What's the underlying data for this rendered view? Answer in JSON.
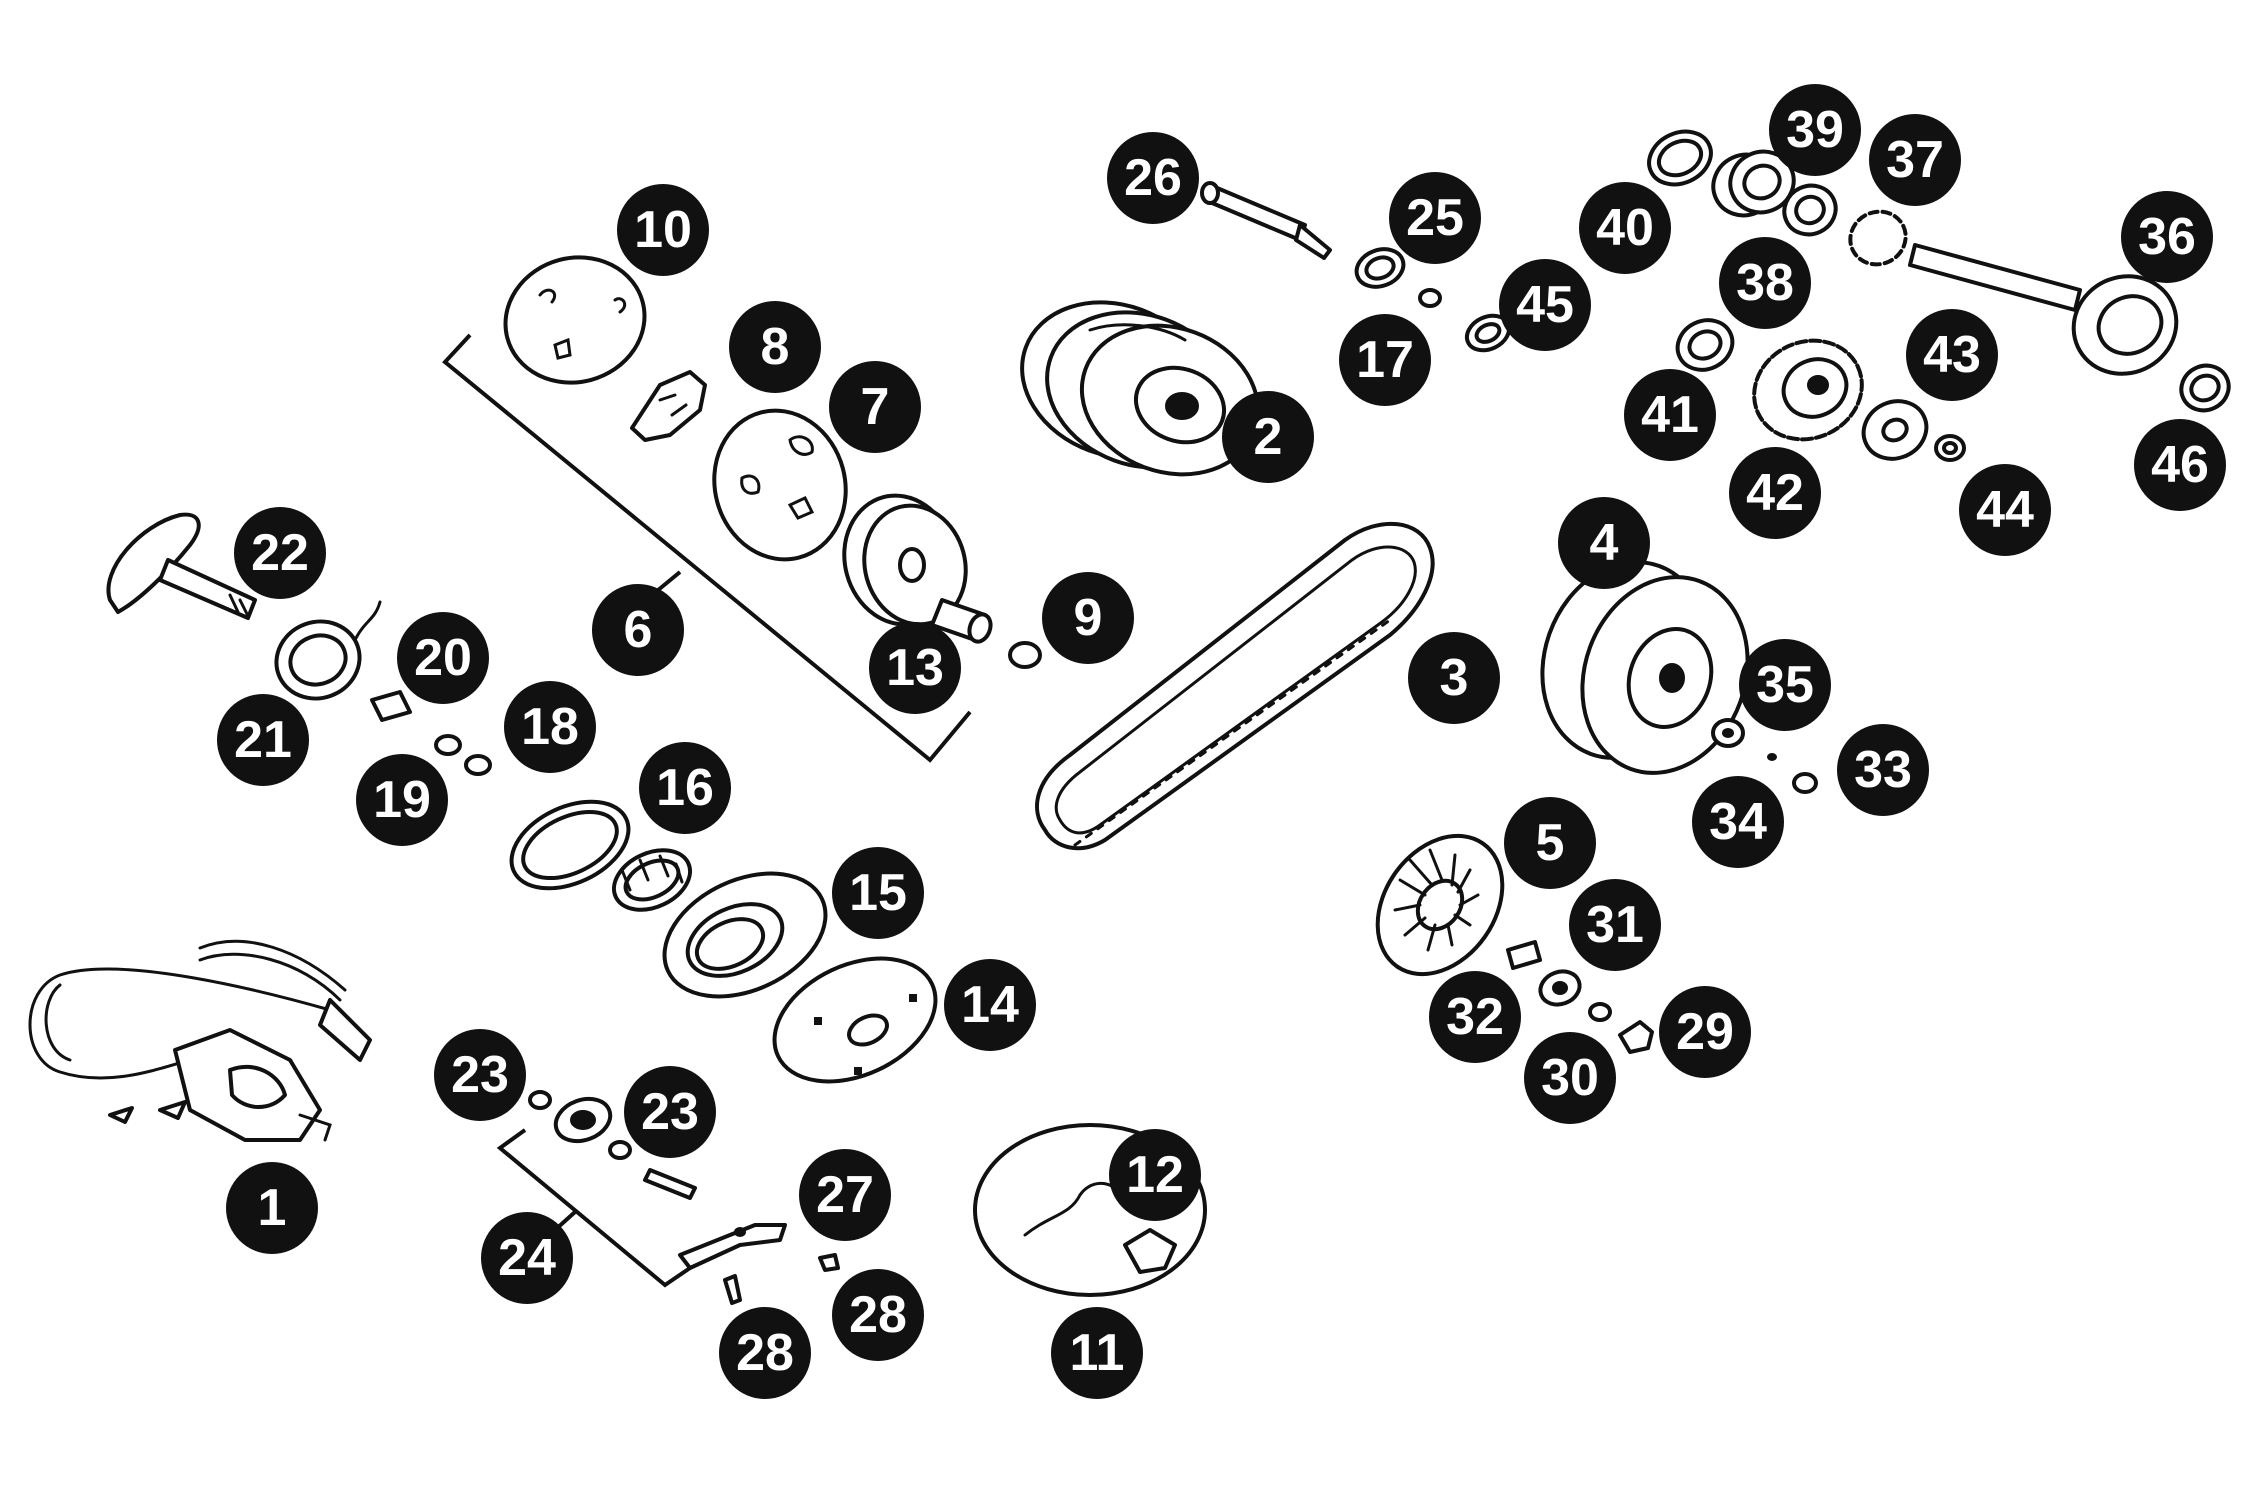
{
  "diagram": {
    "callouts": [
      {
        "id": "c1",
        "label": "1"
      },
      {
        "id": "c2",
        "label": "2"
      },
      {
        "id": "c3",
        "label": "3"
      },
      {
        "id": "c4",
        "label": "4"
      },
      {
        "id": "c5",
        "label": "5"
      },
      {
        "id": "c6",
        "label": "6"
      },
      {
        "id": "c7",
        "label": "7"
      },
      {
        "id": "c8",
        "label": "8"
      },
      {
        "id": "c9",
        "label": "9"
      },
      {
        "id": "c10",
        "label": "10"
      },
      {
        "id": "c11",
        "label": "11"
      },
      {
        "id": "c12",
        "label": "12"
      },
      {
        "id": "c13",
        "label": "13"
      },
      {
        "id": "c14",
        "label": "14"
      },
      {
        "id": "c15",
        "label": "15"
      },
      {
        "id": "c16",
        "label": "16"
      },
      {
        "id": "c17",
        "label": "17"
      },
      {
        "id": "c18",
        "label": "18"
      },
      {
        "id": "c19",
        "label": "19"
      },
      {
        "id": "c20",
        "label": "20"
      },
      {
        "id": "c21",
        "label": "21"
      },
      {
        "id": "c22",
        "label": "22"
      },
      {
        "id": "c23a",
        "label": "23"
      },
      {
        "id": "c23b",
        "label": "23"
      },
      {
        "id": "c24",
        "label": "24"
      },
      {
        "id": "c25",
        "label": "25"
      },
      {
        "id": "c26",
        "label": "26"
      },
      {
        "id": "c27",
        "label": "27"
      },
      {
        "id": "c28a",
        "label": "28"
      },
      {
        "id": "c28b",
        "label": "28"
      },
      {
        "id": "c29",
        "label": "29"
      },
      {
        "id": "c30",
        "label": "30"
      },
      {
        "id": "c31",
        "label": "31"
      },
      {
        "id": "c32",
        "label": "32"
      },
      {
        "id": "c33",
        "label": "33"
      },
      {
        "id": "c34",
        "label": "34"
      },
      {
        "id": "c35",
        "label": "35"
      },
      {
        "id": "c36",
        "label": "36"
      },
      {
        "id": "c37",
        "label": "37"
      },
      {
        "id": "c38",
        "label": "38"
      },
      {
        "id": "c39",
        "label": "39"
      },
      {
        "id": "c40",
        "label": "40"
      },
      {
        "id": "c41",
        "label": "41"
      },
      {
        "id": "c42",
        "label": "42"
      },
      {
        "id": "c43",
        "label": "43"
      },
      {
        "id": "c44",
        "label": "44"
      },
      {
        "id": "c45",
        "label": "45"
      },
      {
        "id": "c46",
        "label": "46"
      }
    ]
  }
}
